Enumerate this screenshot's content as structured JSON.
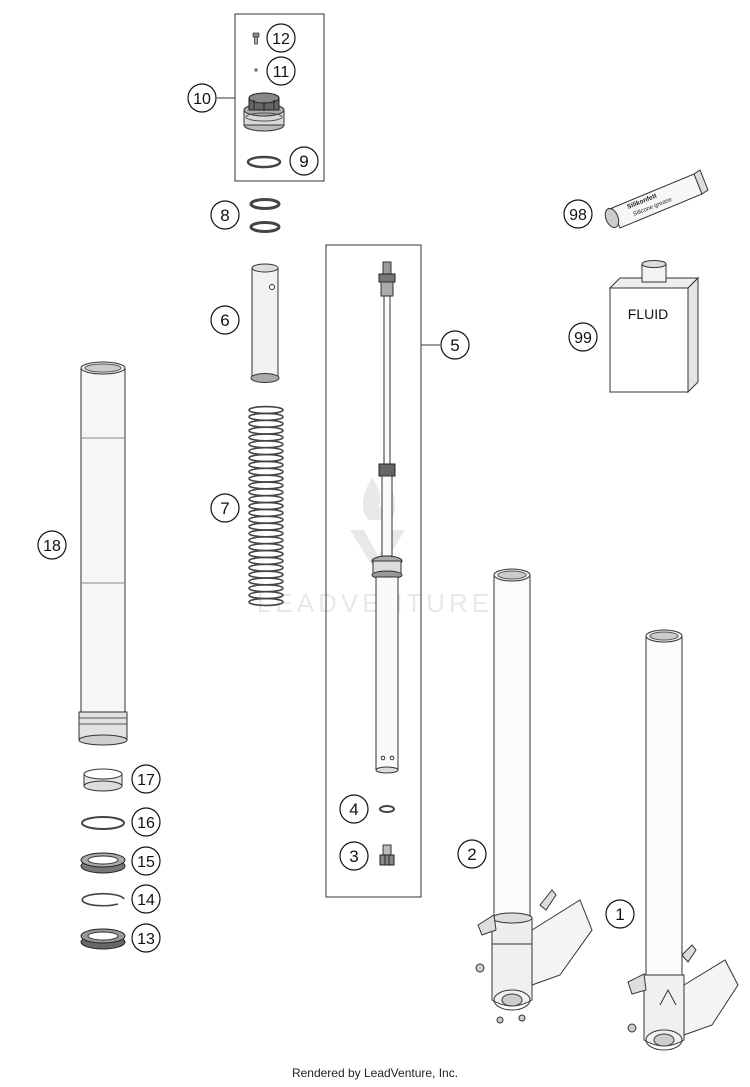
{
  "diagram": {
    "callouts": [
      {
        "id": "c12",
        "label": "12"
      },
      {
        "id": "c11",
        "label": "11"
      },
      {
        "id": "c10",
        "label": "10"
      },
      {
        "id": "c9",
        "label": "9"
      },
      {
        "id": "c8",
        "label": "8"
      },
      {
        "id": "c6",
        "label": "6"
      },
      {
        "id": "c7",
        "label": "7"
      },
      {
        "id": "c5",
        "label": "5"
      },
      {
        "id": "c18",
        "label": "18"
      },
      {
        "id": "c17",
        "label": "17"
      },
      {
        "id": "c16",
        "label": "16"
      },
      {
        "id": "c15",
        "label": "15"
      },
      {
        "id": "c14",
        "label": "14"
      },
      {
        "id": "c13",
        "label": "13"
      },
      {
        "id": "c4",
        "label": "4"
      },
      {
        "id": "c3",
        "label": "3"
      },
      {
        "id": "c2",
        "label": "2"
      },
      {
        "id": "c1",
        "label": "1"
      },
      {
        "id": "c98",
        "label": "98"
      },
      {
        "id": "c99",
        "label": "99"
      }
    ],
    "fluid_label": "FLUID",
    "grease_tube_text": [
      "Silikonfett",
      "Silicone grease"
    ],
    "watermark": "LEADVENTURE"
  },
  "footer": {
    "text": "Rendered by LeadVenture, Inc."
  }
}
